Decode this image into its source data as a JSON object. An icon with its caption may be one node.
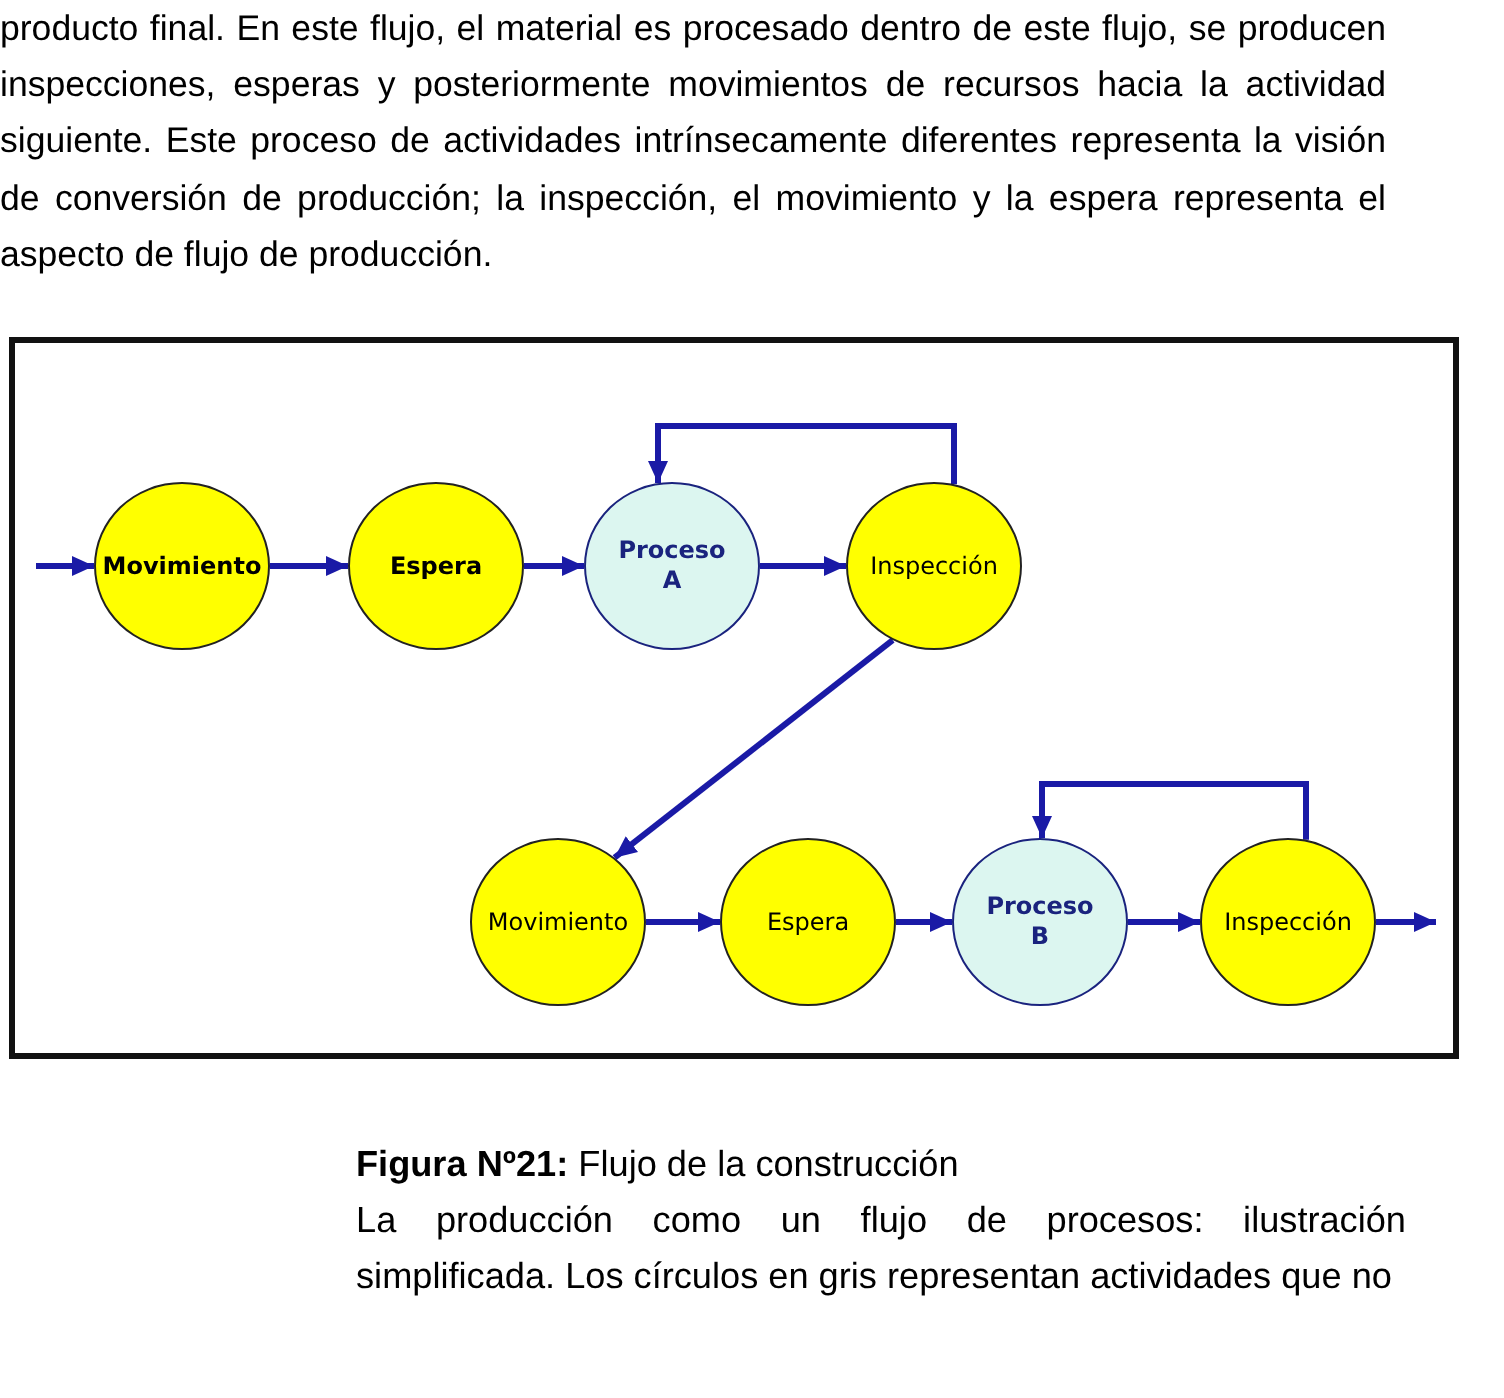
{
  "diagram": {
    "caption": "**Figura Nº21:** Flujo de la construcción",
    "nodes": [
      {
        "text": [
          "Movimiento"
        ]
      },
      {
        "text": [
          "Espera"
        ]
      },
      {
        "text": [
          "Proceso A"
        ]
      },
      {
        "text": [
          "Inspección"
        ]
      },
      {
        "text": [
          "Movimiento"
        ]
      },
      {
        "text": [
          "Espera"
        ]
      },
      {
        "text": [
          "Proceso B"
        ]
      },
      {
        "text": [
          "Inspección"
        ]
      }
    ],
    "edges": [
      {
        "from": null,
        "to": 0,
        "arrow": "to"
      },
      {
        "from": 0,
        "to": 1,
        "arrow": "to"
      },
      {
        "from": 1,
        "to": 2,
        "arrow": "to"
      },
      {
        "from": 2,
        "to": 3,
        "arrow": "to"
      },
      {
        "from": 3,
        "to": 2,
        "arrow": "to"
      },
      {
        "from": 3,
        "to": 4,
        "arrow": "to"
      },
      {
        "from": 4,
        "to": 5,
        "arrow": "to"
      },
      {
        "from": 5,
        "to": 6,
        "arrow": "to"
      },
      {
        "from": 6,
        "to": 7,
        "arrow": "to"
      },
      {
        "from": 7,
        "to": 6,
        "arrow": "to"
      },
      {
        "from": 7,
        "to": null,
        "arrow": "to"
      }
    ],
    "labels": [
      "producto final. En este flujo, el material es procesado dentro de este flujo, se producen inspecciones, esperas y posteriormente movimientos de recursos hacia la actividad siguiente. Este proceso de actividades intrínsecamente diferentes representa la visión de conversión de producción; la inspección, el movimiento y la espera representa el aspecto de flujo de producción.",
      "La producción como un flujo de procesos: ilustración simplificada. Los círculos en gris representan actividades que no"
    ]
  }
}
